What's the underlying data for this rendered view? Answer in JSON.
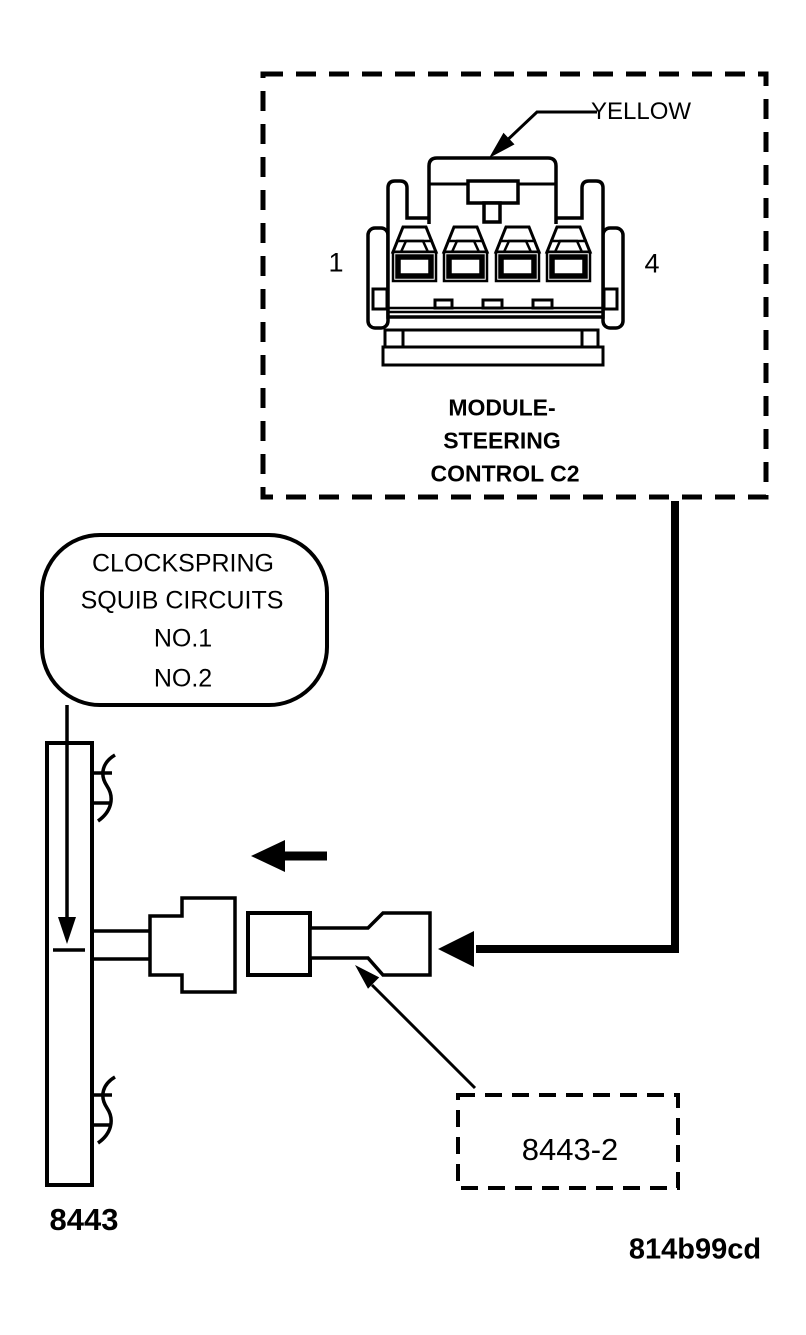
{
  "module_connector": {
    "wire_color": "YELLOW",
    "pin_left": "1",
    "pin_right": "4",
    "caption": [
      "MODULE-",
      "STEERING",
      "CONTROL C2"
    ]
  },
  "clockspring": {
    "lines": [
      "CLOCKSPRING",
      "SQUIB CIRCUITS",
      "NO.1",
      "NO.2"
    ],
    "connector_number": "8443"
  },
  "special_tool": {
    "label": "8443-2"
  },
  "figure_id": "814b99cd",
  "colors": {
    "line": "#000000",
    "background": "#ffffff"
  }
}
